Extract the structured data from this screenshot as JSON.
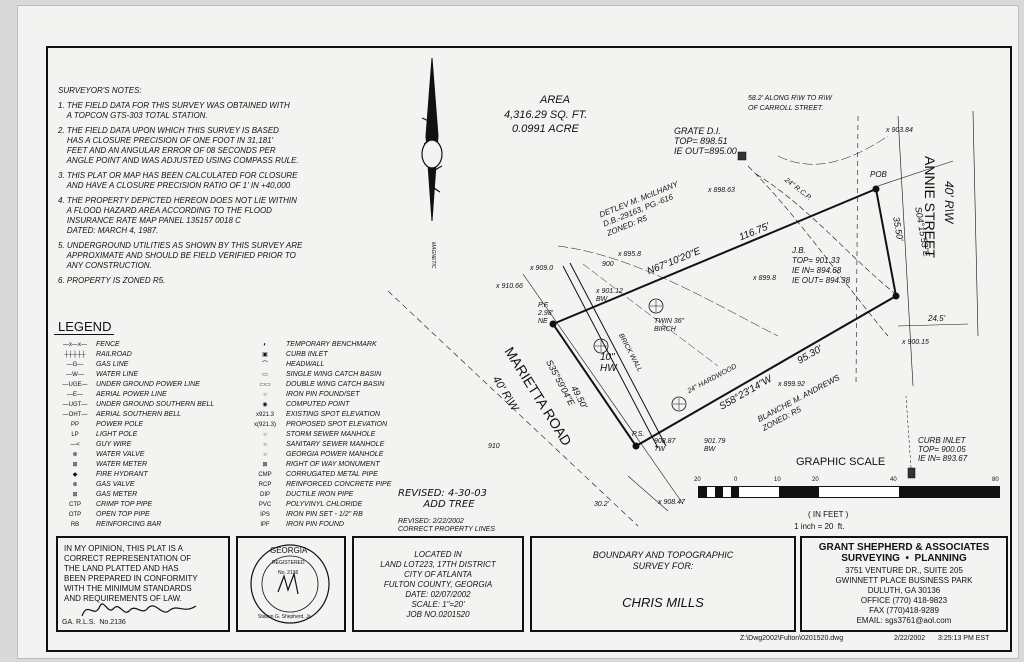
{
  "notes": {
    "title": "SURVEYOR'S NOTES:",
    "items": [
      "1. THE FIELD DATA FOR THIS SURVEY WAS OBTAINED WITH\n    A TOPCON GTS-303 TOTAL STATION.",
      "2. THE FIELD DATA UPON WHICH THIS SURVEY IS BASED\n    HAS A CLOSURE PRECISION OF ONE FOOT IN 31,181'\n    FEET AND AN ANGULAR ERROR OF 08 SECONDS PER\n    ANGLE POINT AND WAS ADJUSTED USING COMPASS RULE.",
      "3. THIS PLAT OR MAP HAS BEEN CALCULATED FOR CLOSURE\n    AND HAVE A CLOSURE PRECISION RATIO OF 1' IN +40,000",
      "4. THE PROPERTY DEPICTED HEREON DOES NOT LIE WITHIN\n    A FLOOD HAZARD AREA ACCORDING TO THE FLOOD\n    INSURANCE RATE MAP PANEL 135157 0018 C\n    DATED: MARCH 4, 1987.",
      "5. UNDERGROUND UTILITIES AS SHOWN BY THIS SURVEY ARE\n    APPROXIMATE AND SHOULD BE FIELD VERIFIED PRIOR TO\n    ANY CONSTRUCTION.",
      "6. PROPERTY IS ZONED R5."
    ]
  },
  "legend": {
    "title": "LEGEND",
    "left": [
      {
        "sym": "—x—x—",
        "label": "FENCE"
      },
      {
        "sym": "┼┼┼┼┼",
        "label": "RAILROAD"
      },
      {
        "sym": "—G—",
        "label": "GAS LINE"
      },
      {
        "sym": "—W—",
        "label": "WATER LINE"
      },
      {
        "sym": "—UGE—",
        "label": "UNDER GROUND POWER LINE"
      },
      {
        "sym": "—E—",
        "label": "AERIAL POWER LINE"
      },
      {
        "sym": "—UGT—",
        "label": "UNDER GROUND SOUTHERN BELL"
      },
      {
        "sym": "—OHT—",
        "label": "AERIAL SOUTHERN BELL"
      },
      {
        "sym": "PP",
        "label": "POWER POLE"
      },
      {
        "sym": "LP",
        "label": "LIGHT POLE"
      },
      {
        "sym": "—<",
        "label": "GUY WIRE"
      },
      {
        "sym": "⊗",
        "label": "WATER VALVE"
      },
      {
        "sym": "⊠",
        "label": "WATER METER"
      },
      {
        "sym": "◆",
        "label": "FIRE HYDRANT"
      },
      {
        "sym": "⊗",
        "label": "GAS VALVE"
      },
      {
        "sym": "⊠",
        "label": "GAS METER"
      },
      {
        "sym": "CTP",
        "label": "CRIMP TOP PIPE"
      },
      {
        "sym": "OTP",
        "label": "OPEN TOP PIPE"
      },
      {
        "sym": "RB",
        "label": "REINFORCING BAR"
      }
    ],
    "right": [
      {
        "sym": "◐",
        "label": "TEMPORARY BENCHMARK"
      },
      {
        "sym": "▣",
        "label": "CURB INLET"
      },
      {
        "sym": "⌒",
        "label": "HEADWALL"
      },
      {
        "sym": "▭",
        "label": "SINGLE WING CATCH BASIN"
      },
      {
        "sym": "▭▭",
        "label": "DOUBLE WING CATCH BASIN"
      },
      {
        "sym": "○",
        "label": "IRON PIN FOUND/SET"
      },
      {
        "sym": "◉",
        "label": "COMPUTED POINT"
      },
      {
        "sym": "x921.3",
        "label": "EXISTING SPOT ELEVATION"
      },
      {
        "sym": "x(921.3)",
        "label": "PROPOSED SPOT ELEVATION"
      },
      {
        "sym": "○",
        "label": "STORM SEWER MANHOLE"
      },
      {
        "sym": "○",
        "label": "SANITARY SEWER MANHOLE"
      },
      {
        "sym": "○",
        "label": "GEORGIA POWER MANHOLE"
      },
      {
        "sym": "⊠",
        "label": "RIGHT OF WAY MONUMENT"
      },
      {
        "sym": "CMP",
        "label": "CORRUGATED METAL PIPE"
      },
      {
        "sym": "RCP",
        "label": "REINFORCED CONCRETE PIPE"
      },
      {
        "sym": "DIP",
        "label": "DUCTILE IRON PIPE"
      },
      {
        "sym": "PVC",
        "label": "POLYVINYL CHLORIDE"
      },
      {
        "sym": "IPS",
        "label": "IRON PIN SET - 1/2\" RB"
      },
      {
        "sym": "IPF",
        "label": "IRON PIN FOUND"
      }
    ]
  },
  "plan": {
    "area_label": "AREA",
    "area_sqft": "4,316.29 SQ. FT.",
    "area_acre": "0.0991 ACRE",
    "grate": "GRATE D.I.\nTOP= 898.51\nIE OUT=895.00",
    "along_rw": "58.2' ALONG R\\W TO R\\W\nOF CARROLL STREET.",
    "elev_90384": "x 903.84",
    "pob": "POB",
    "annie_rw": "40' R\\W",
    "annie_street": "ANNIE STREET",
    "mcilhany": "DETLEV M. McILHANY\nD.B.-29163, PG.-616\nZONED: R5",
    "elev_89863": "x 898.63",
    "bearing_north": "N67°10'20\"E",
    "dist_north": "116.75'",
    "bearing_east": "S04°15'53\"E",
    "dist_east": "35.50'",
    "jb": "J.B.\nTOP= 901.33\nIE IN= 894.68\nIE OUT= 894.38",
    "elev_8958": "x 895.8",
    "elev_8998": "x 899.8",
    "elev_9090": "x 909.0",
    "elev_91066": "x 910.66",
    "pf": "P.F.\n2.98'\nNE",
    "elev_90112": "x 901.12\nBW",
    "twin_birch": "TWIN 36\"\nBIRCH",
    "hw10": "10\"\nHW",
    "brick_wall": "BRICK WALL",
    "hardwood": "24\" HARDWOOD",
    "marietta_road": "MARIETTA ROAD",
    "marietta_rw": "40' R\\W",
    "bearing_west": "S35°59'04\"E",
    "dist_west": "49.50'",
    "bearing_south": "S58°23'14\"W",
    "dist_south": "95.30'",
    "elev_89992": "x 899.92",
    "andrews": "BLANCHE M. ANDREWS\nZONED: R5",
    "ps": "P.S.",
    "elev_90887": "908.87\nTW",
    "elev_90179": "901.79\nBW",
    "elev_90015": "x 900.15",
    "offset_245": "24.5'",
    "curb_inlet": "CURB INLET\nTOP= 900.05\nIE IN= 893.67",
    "elev_90847": "x 908.47",
    "dist_302": "30.2'",
    "rcp": "24\" R.C.P.",
    "magnetic": "MAGNETIC",
    "contour_900": "900",
    "contour_910": "910"
  },
  "scale": {
    "title": "GRAPHIC SCALE",
    "ticks": [
      "20",
      "0",
      "10",
      "20",
      "40",
      "80"
    ],
    "unit": "( IN FEET )",
    "ratio": "1 inch = 20  ft."
  },
  "revised": {
    "hand": "REVISED: 4-30-03\n        ADD TREE",
    "typed": "REVISED: 2/22/2002\nCORRECT PROPERTY LINES"
  },
  "opinion": {
    "text": "IN MY OPINION, THIS PLAT IS A\nCORRECT REPRESENTATION OF\nTHE LAND PLATTED AND HAS\nBEEN PREPARED IN CONFORMITY\nWITH THE MINIMUM STANDARDS\nAND REQUIREMENTS OF LAW.",
    "rls": "GA. R.L.S.  No.2136"
  },
  "seal": {
    "state": "GEORGIA",
    "registered": "REGISTERED",
    "number": "No. 2136",
    "name": "Station G. Shepherd, Jr."
  },
  "location": {
    "text": "LOCATED IN\nLAND LOT223, 17TH DISTRICT\nCITY OF ATLANTA\nFULTON COUNTY, GEORGIA\nDATE: 02/07/2002\nSCALE: 1\"=20'\nJOB NO.0201520"
  },
  "survey_for": {
    "title": "BOUNDARY AND TOPOGRAPHIC\nSURVEY FOR:",
    "client": "CHRIS MILLS"
  },
  "firm": {
    "name1": "GRANT SHEPHERD & ASSOCIATES",
    "name2": "SURVEYING  •  PLANNING",
    "address": "3751 VENTURE DR., SUITE 205\nGWINNETT PLACE BUSINESS PARK\nDULUTH, GA 30136\nOFFICE (770) 418-9823\nFAX (770)418-9289\nEMAIL: sgs3761@aol.com"
  },
  "footer": {
    "path": "Z:\\Dwg2002\\Fulton\\0201520.dwg",
    "date": "2/22/2002",
    "time": "3:25:13 PM EST"
  }
}
